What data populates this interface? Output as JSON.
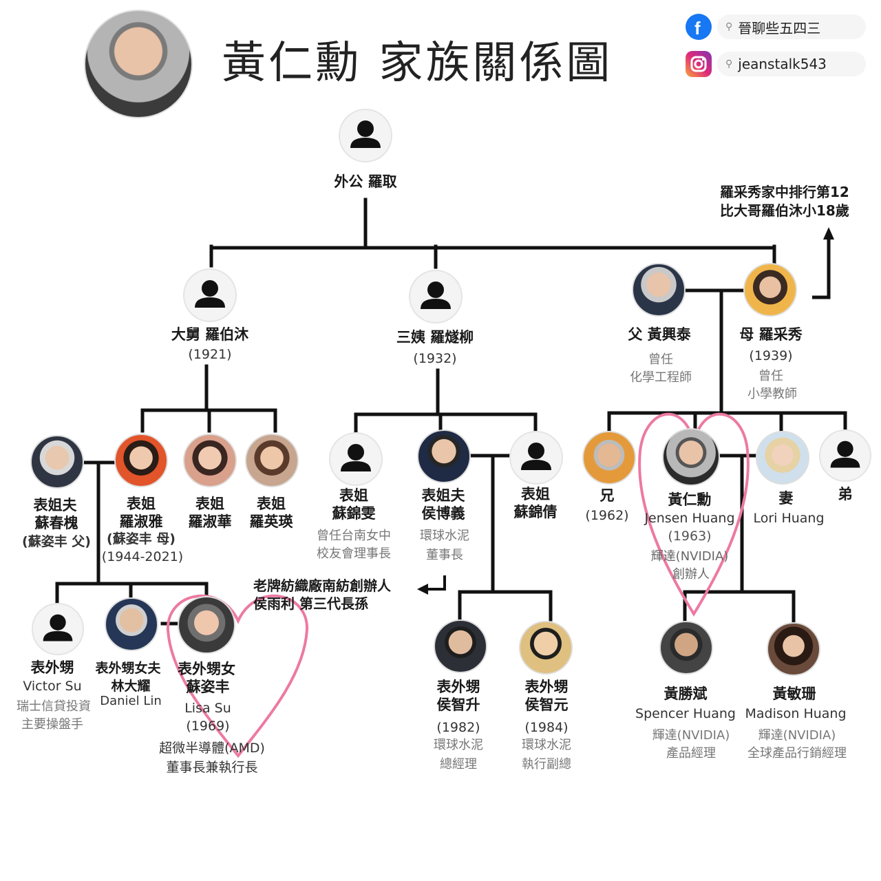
{
  "header": {
    "title": "黃仁勳 家族關係圖",
    "facebook_handle": "晉聊些五四三",
    "instagram_handle": "jeanstalk543"
  },
  "nodes": {
    "grandfather": {
      "name": "外公 羅取"
    },
    "uncle": {
      "name": "大舅 羅伯沐",
      "year": "(1921)"
    },
    "aunt": {
      "name": "三姨 羅燧柳",
      "year": "(1932)"
    },
    "father": {
      "name": "父 黃興泰",
      "note1": "曾任",
      "note2": "化學工程師"
    },
    "mother": {
      "name": "母 羅采秀",
      "year": "(1939)",
      "note1": "曾任",
      "note2": "小學教師"
    },
    "mother_note": {
      "line1": "羅采秀家中排行第12",
      "line2": "比大哥羅伯沐小18歲"
    },
    "c_brotherinlaw": {
      "role": "表姐夫",
      "name": "蘇春槐",
      "note": "(蘇姿丰 父)"
    },
    "c_luoshuya": {
      "role": "表姐",
      "name": "羅淑雅",
      "note": "(蘇姿丰 母)",
      "years": "(1944-2021)"
    },
    "c_luoshuhua": {
      "role": "表姐",
      "name": "羅淑華"
    },
    "c_luoyingying": {
      "role": "表姐",
      "name": "羅英瑛"
    },
    "c_sujinwen": {
      "role": "表姐",
      "name": "蘇錦雯",
      "note1": "曾任台南女中",
      "note2": "校友會理事長"
    },
    "c_houboyi": {
      "role": "表姐夫",
      "name": "侯博義",
      "note1": "環球水泥",
      "note2": "董事長"
    },
    "c_sujinqian": {
      "role": "表姐",
      "name": "蘇錦倩"
    },
    "textile_note": {
      "line1": "老牌紡織廠南紡創辦人",
      "line2": "侯雨利 第三代長孫"
    },
    "brother_old": {
      "role": "兄",
      "year": "(1962)"
    },
    "jensen": {
      "name": "黃仁勳",
      "en": "Jensen Huang",
      "year": "(1963)",
      "note1": "輝達(NVIDIA)",
      "note2": "創辦人"
    },
    "wife": {
      "role": "妻",
      "en": "Lori Huang"
    },
    "brother_young": {
      "role": "弟"
    },
    "victor": {
      "role": "表外甥",
      "en": "Victor Su",
      "note1": "瑞士信貸投資",
      "note2": "主要操盤手"
    },
    "daniel": {
      "role": "表外甥女夫",
      "name": "林大耀",
      "en": "Daniel Lin"
    },
    "lisa": {
      "role": "表外甥女",
      "name": "蘇姿丰",
      "en": "Lisa Su",
      "year": "(1969)",
      "note1": "超微半導體(AMD)",
      "note2": "董事長兼執行長"
    },
    "houzhisheng": {
      "role": "表外甥",
      "name": "侯智升",
      "year": "(1982)",
      "note1": "環球水泥",
      "note2": "總經理"
    },
    "houzhiyuan": {
      "role": "表外甥",
      "name": "侯智元",
      "year": "(1984)",
      "note1": "環球水泥",
      "note2": "執行副總"
    },
    "spencer": {
      "name": "黃勝斌",
      "en": "Spencer Huang",
      "note1": "輝達(NVIDIA)",
      "note2": "產品經理"
    },
    "madison": {
      "name": "黃敏珊",
      "en": "Madison Huang",
      "note1": "輝達(NVIDIA)",
      "note2": "全球產品行銷經理"
    }
  },
  "colors": {
    "line": "#111111",
    "heart": "#ec7aa3",
    "facebook": "#1877f2",
    "instagram": "#dd2a7b"
  },
  "icons": [
    "facebook-icon",
    "instagram-icon",
    "search-icon",
    "person-icon",
    "heart-icon",
    "arrow-icon"
  ]
}
